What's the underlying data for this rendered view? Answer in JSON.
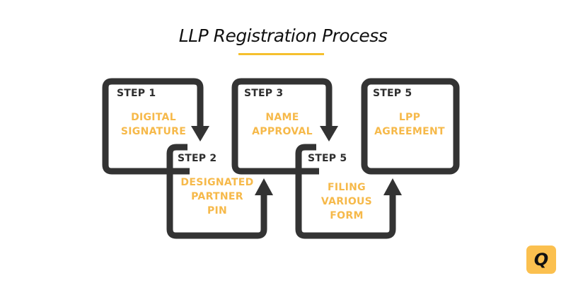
{
  "title": "LLP Registration Process",
  "colors": {
    "accent": "#f5c02e",
    "step_text": "#f6b94a",
    "border": "#333333",
    "logo_bg": "#fbc04f"
  },
  "steps": [
    {
      "label": "STEP 1",
      "lines": [
        "DIGITAL",
        "SIGNATURE"
      ]
    },
    {
      "label": "STEP 2",
      "lines": [
        "DESIGNATED",
        "PARTNER",
        "PIN"
      ]
    },
    {
      "label": "STEP 3",
      "lines": [
        "NAME",
        "APPROVAL"
      ]
    },
    {
      "label": "STEP 5",
      "lines": [
        "FILING",
        "VARIOUS",
        "FORM"
      ]
    },
    {
      "label": "STEP 5",
      "lines": [
        "LPP",
        "AGREEMENT"
      ]
    }
  ],
  "logo": {
    "letter": "Q",
    "icon": "brand-logo-icon"
  }
}
